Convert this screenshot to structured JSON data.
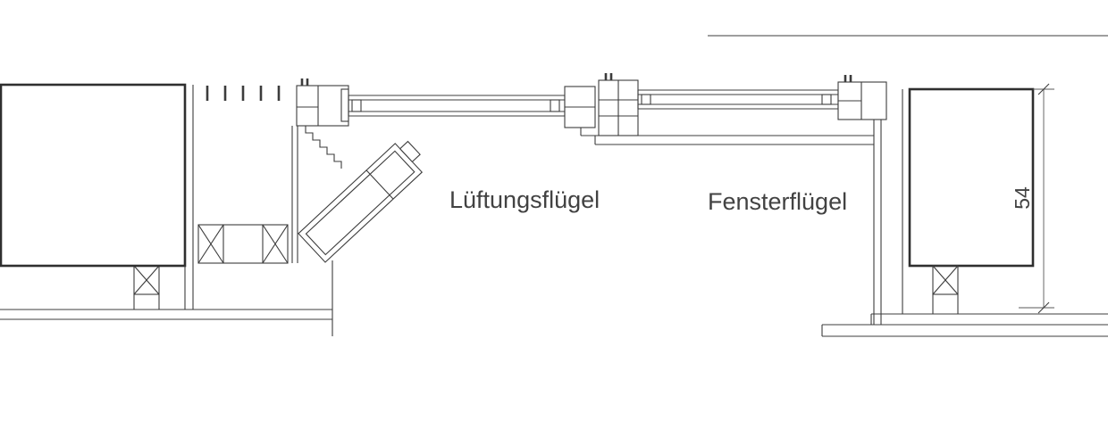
{
  "drawing": {
    "type": "window-facade-section-detail",
    "labels": {
      "ventilation_sash": "Lüftungsflügel",
      "window_sash": "Fensterflügel"
    },
    "dimension": {
      "value": "54"
    },
    "colors": {
      "line": "#3c3c3c",
      "background": "#ffffff"
    }
  }
}
